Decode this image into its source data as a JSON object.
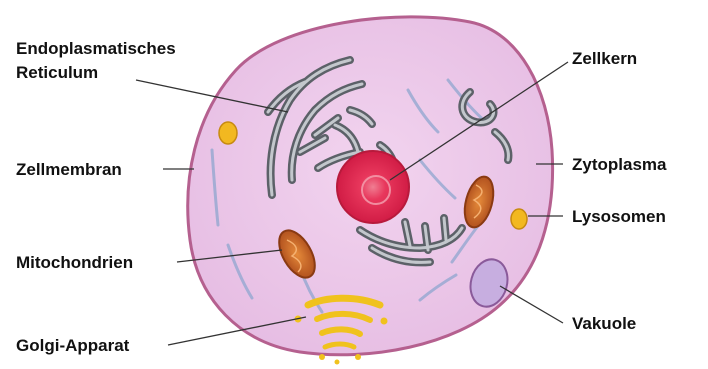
{
  "diagram": {
    "labels": {
      "er_line1": "Endoplasmatisches",
      "er_line2": "Reticulum",
      "zellmembran": "Zellmembran",
      "mitochondrien": "Mitochondrien",
      "golgi": "Golgi-Apparat",
      "zellkern": "Zellkern",
      "zytoplasma": "Zytoplasma",
      "lysosomen": "Lysosomen",
      "vakuole": "Vakuole"
    },
    "colors": {
      "cytoplasm": "#e9c6e6",
      "membrane": "#b5608f",
      "nucleus": "#e52a55",
      "er": "#8a8f96",
      "mitochondria": "#c7601f",
      "golgi": "#f0c21d",
      "lysosome": "#f2b820",
      "vacuole": "#c7aee0"
    }
  }
}
